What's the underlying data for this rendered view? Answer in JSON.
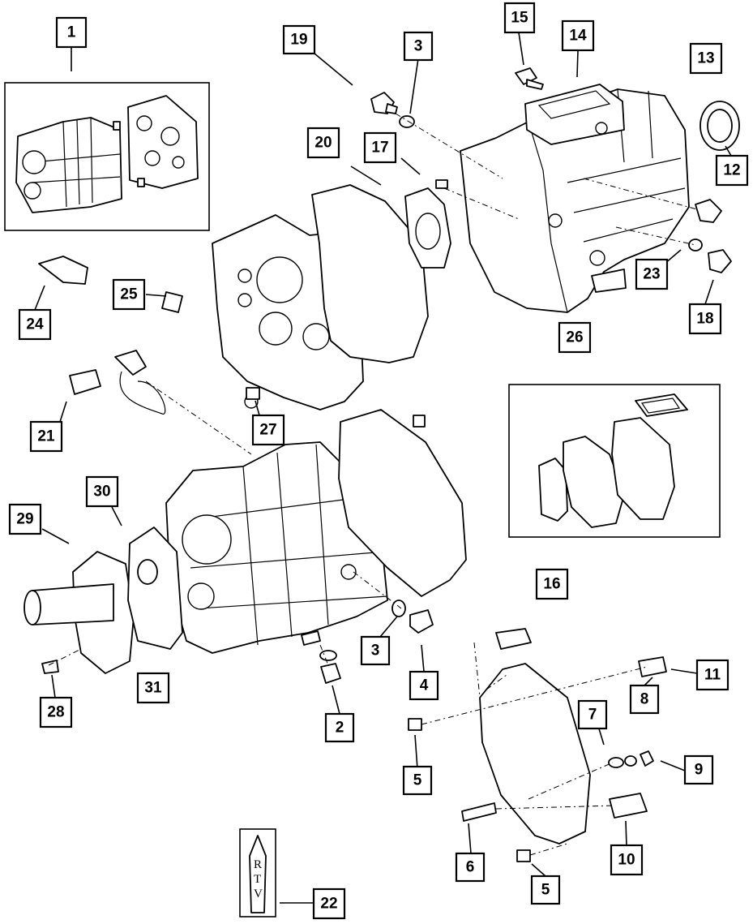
{
  "callouts": {
    "c1": "1",
    "c2": "2",
    "c3a": "3",
    "c3b": "3",
    "c4": "4",
    "c5a": "5",
    "c5b": "5",
    "c6": "6",
    "c7": "7",
    "c8": "8",
    "c9": "9",
    "c10": "10",
    "c11": "11",
    "c12": "12",
    "c13": "13",
    "c14": "14",
    "c15": "15",
    "c16": "16",
    "c17": "17",
    "c18": "18",
    "c19": "19",
    "c20": "20",
    "c21": "21",
    "c22": "22",
    "c23": "23",
    "c24": "24",
    "c25": "25",
    "c26": "26",
    "c27": "27",
    "c28": "28",
    "c29": "29",
    "c30": "30",
    "c31": "31"
  },
  "rtv_tube": {
    "letters": [
      "R",
      "T",
      "V"
    ]
  }
}
